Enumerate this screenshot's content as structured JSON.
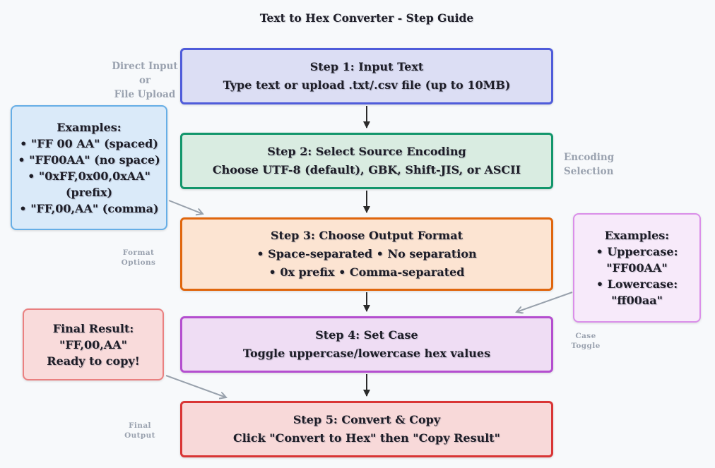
{
  "title": "Text to Hex Converter - Step Guide",
  "steps": [
    {
      "heading": "Step 1: Input Text",
      "lines": [
        "Type text or upload .txt/.csv file (up to 10MB)"
      ]
    },
    {
      "heading": "Step 2: Select Source Encoding",
      "lines": [
        "Choose UTF-8 (default), GBK, Shift-JIS, or ASCII"
      ]
    },
    {
      "heading": "Step 3: Choose Output Format",
      "lines": [
        "• Space-separated • No separation",
        "• 0x prefix • Comma-separated"
      ]
    },
    {
      "heading": "Step 4: Set Case",
      "lines": [
        "Toggle uppercase/lowercase hex values"
      ]
    },
    {
      "heading": "Step 5: Convert & Copy",
      "lines": [
        "Click \"Convert to Hex\" then \"Copy Result\""
      ]
    }
  ],
  "side_labels": {
    "direct_input": [
      "Direct Input",
      "or",
      "File Upload"
    ],
    "encoding": [
      "Encoding",
      "Selection"
    ],
    "format": [
      "Format",
      "Options"
    ],
    "case": [
      "Case",
      "Toggle"
    ],
    "final": [
      "Final",
      "Output"
    ]
  },
  "callouts": {
    "input_examples": {
      "lines": [
        "Examples:",
        "• \"FF 00 AA\" (spaced)",
        "• \"FF00AA\" (no space)",
        "• \"0xFF,0x00,0xAA\"",
        "(prefix)",
        "• \"FF,00,AA\" (comma)"
      ]
    },
    "case_examples": {
      "lines": [
        "Examples:",
        "• Uppercase:",
        "\"FF00AA\"",
        "• Lowercase:",
        "\"ff00aa\""
      ]
    },
    "final_result": {
      "lines": [
        "Final Result:",
        "\"FF,00,AA\"",
        "Ready to copy!"
      ]
    }
  },
  "colors": {
    "background": "#f7f9fb",
    "text": "#1d1d27",
    "muted_label": "#9aa2af",
    "arrow_dark": "#2a2a2a",
    "arrow_gray": "#98a1ac",
    "step1": {
      "fill": "#dcdef4",
      "border": "#4f5cda"
    },
    "step2": {
      "fill": "#d9ece1",
      "border": "#12966b"
    },
    "step3": {
      "fill": "#fce4d2",
      "border": "#e0660d"
    },
    "step4": {
      "fill": "#efddf4",
      "border": "#b44ecf"
    },
    "step5": {
      "fill": "#f8d9d9",
      "border": "#d93535"
    },
    "input_examples": {
      "fill": "#daeaf9",
      "border": "#66aee6"
    },
    "case_examples": {
      "fill": "#f7eafa",
      "border": "#da8fe9"
    },
    "final_result": {
      "fill": "#f9dbdb",
      "border": "#ea8080"
    }
  }
}
